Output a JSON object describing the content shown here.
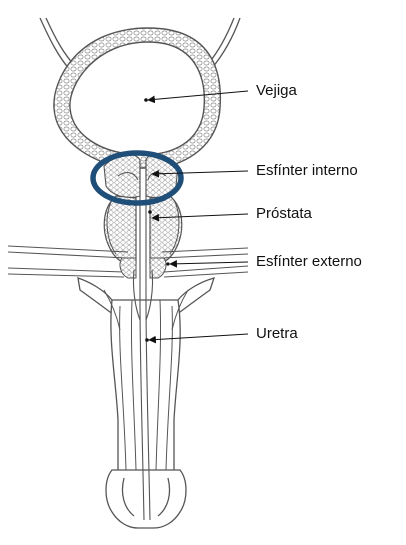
{
  "labels": {
    "bladder": "Vejiga",
    "internal_sphincter": "Esfínter interno",
    "prostate": "Próstata",
    "external_sphincter": "Esfínter externo",
    "urethra": "Uretra"
  },
  "colors": {
    "outline": "#555555",
    "fill": "#ffffff",
    "highlight_ring": "#1f4e79",
    "text": "#111111"
  }
}
